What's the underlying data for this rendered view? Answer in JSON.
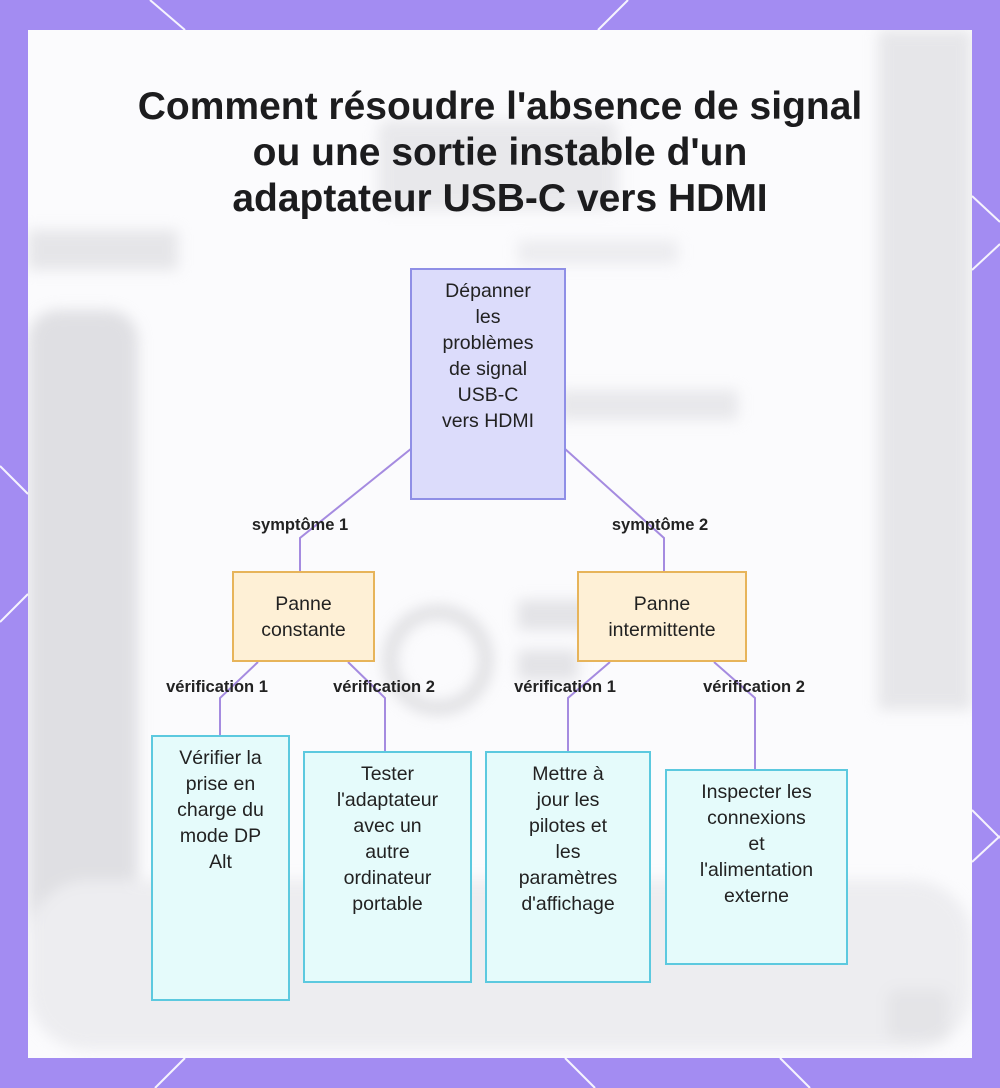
{
  "title": "Comment résoudre l'absence de signal\nou une sortie instable d'un\nadaptateur USB-C vers HDMI",
  "diagram": {
    "root": "Dépanner\nles\nproblèmes\nde signal\nUSB-C\nvers HDMI",
    "branches": [
      {
        "edge_label": "symptôme 1",
        "node": "Panne\nconstante",
        "checks": [
          {
            "edge_label": "vérification 1",
            "node": "Vérifier la\nprise en\ncharge du\nmode DP\nAlt"
          },
          {
            "edge_label": "vérification 2",
            "node": "Tester\nl'adaptateur\navec un\nautre\nordinateur\nportable"
          }
        ]
      },
      {
        "edge_label": "symptôme 2",
        "node": "Panne\nintermittente",
        "checks": [
          {
            "edge_label": "vérification 1",
            "node": "Mettre à\njour les\npilotes et\nles\nparamètres\nd'affichage"
          },
          {
            "edge_label": "vérification 2",
            "node": "Inspecter les\nconnexions\net\nl'alimentation\nexterne"
          }
        ]
      }
    ]
  },
  "colors": {
    "frame": "#a38cf2",
    "root_fill": "#dcdcfb",
    "root_border": "#8f8fe6",
    "mid_fill": "#fef0d6",
    "mid_border": "#e7b45a",
    "leaf_fill": "#e5fbfb",
    "leaf_border": "#5cc9df",
    "edge": "#a58be0"
  }
}
